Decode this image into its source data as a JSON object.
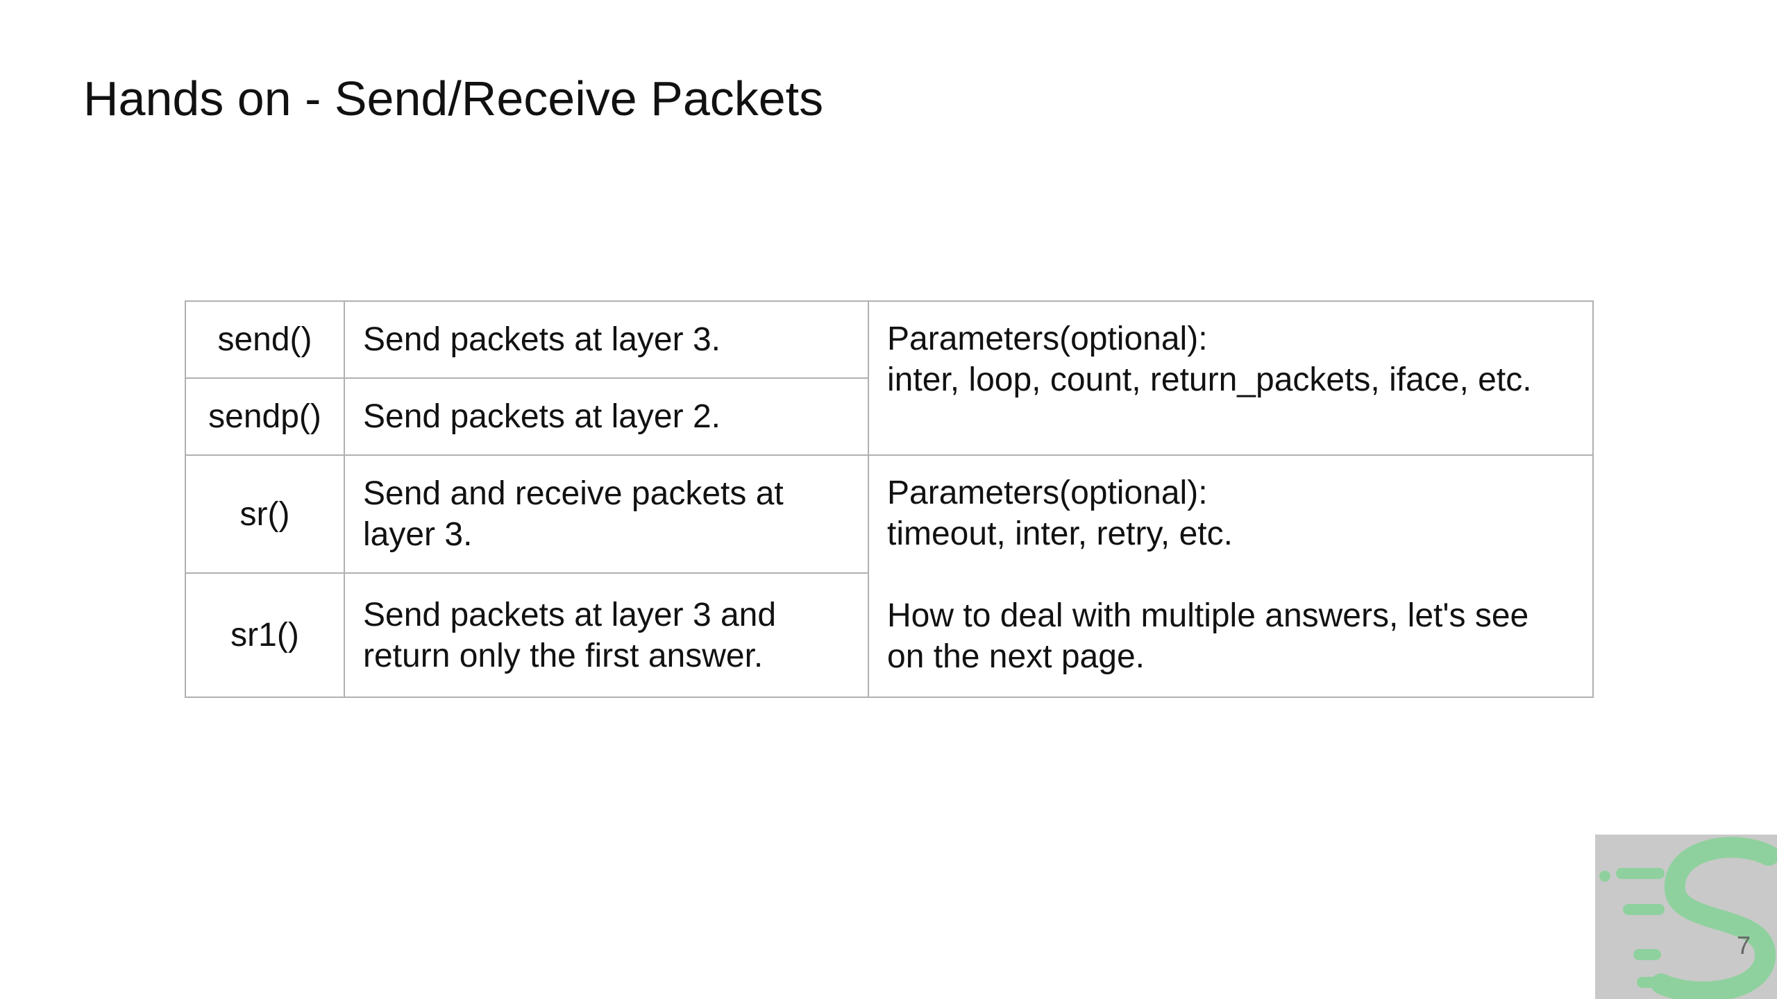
{
  "slide": {
    "title": "Hands on - Send/Receive Packets",
    "page_number": "7"
  },
  "table": {
    "rows": [
      {
        "func": "send()",
        "desc": [
          "Send packets at layer 3."
        ]
      },
      {
        "func": "sendp()",
        "desc": [
          "Send packets at layer 2."
        ]
      },
      {
        "func": "sr()",
        "desc": [
          "Send and receive packets at",
          "layer 3."
        ]
      },
      {
        "func": "sr1()",
        "desc": [
          "Send packets at layer 3 and",
          "return only the first answer."
        ]
      }
    ],
    "params_send": [
      "Parameters(optional):",
      "inter, loop, count, return_packets, iface, etc."
    ],
    "params_sr": [
      "Parameters(optional):",
      "timeout, inter, retry, etc."
    ],
    "params_sr_note": [
      "How to deal with multiple answers, let's see",
      "on the next page."
    ]
  },
  "colors": {
    "background": "#ffffff",
    "text": "#111111",
    "table_border": "#b0b0b0",
    "logo_background": "#c9c9c9",
    "logo_accent": "#8fd19e"
  },
  "icons": {
    "logo": "green-s-speed-logo"
  }
}
